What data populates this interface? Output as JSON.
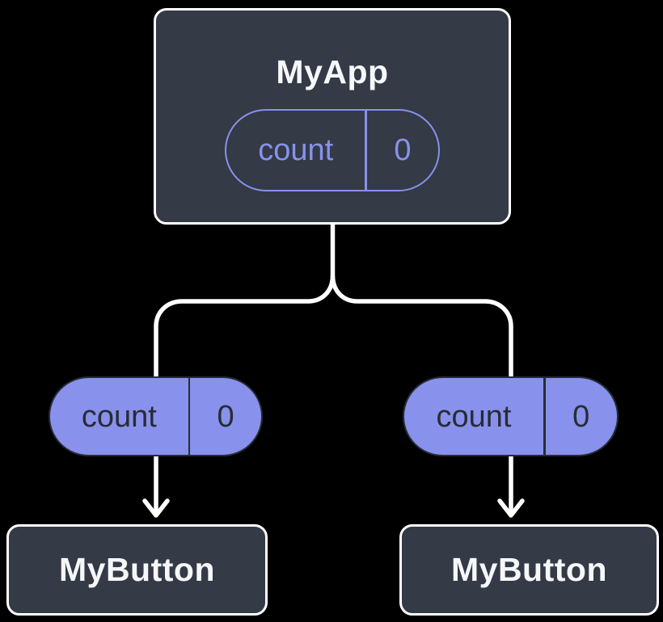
{
  "colors": {
    "background": "#000000",
    "box_fill": "#343A46",
    "box_border": "#FFFFFF",
    "box_text": "#F6F7F9",
    "purple": "#8891EC",
    "pill_dark": "#272C35",
    "line": "#FFFFFF"
  },
  "parent": {
    "title": "MyApp",
    "state": {
      "name": "count",
      "value": "0"
    }
  },
  "children": [
    {
      "title": "MyButton",
      "prop": {
        "name": "count",
        "value": "0"
      }
    },
    {
      "title": "MyButton",
      "prop": {
        "name": "count",
        "value": "0"
      }
    }
  ]
}
